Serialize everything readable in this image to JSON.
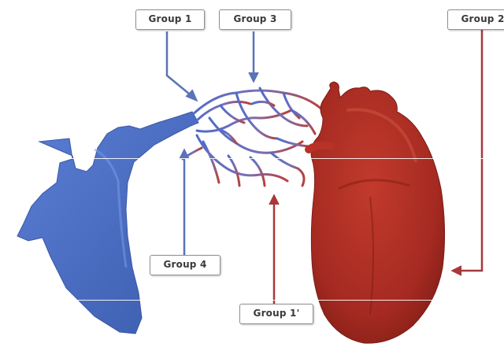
{
  "labels": {
    "group1": "Group 1",
    "group3": "Group 3",
    "group2": "Group 2",
    "group4": "Group 4",
    "group1prime": "Group 1'"
  },
  "colors": {
    "venous": "#4a6fc4",
    "arterial": "#b83228",
    "arrow_blue": "#5a73b8",
    "arrow_red": "#a8383a"
  }
}
